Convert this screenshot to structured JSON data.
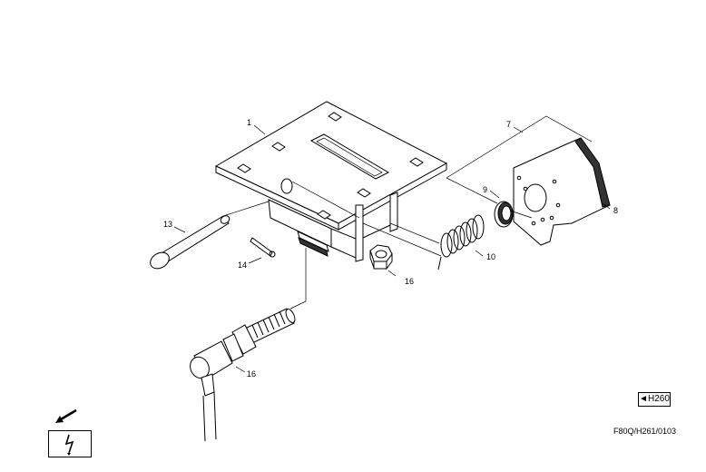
{
  "diagram": {
    "callouts": {
      "c1": "1",
      "c7": "7",
      "c8": "8",
      "c9": "9",
      "c10": "10",
      "c13": "13",
      "c14": "14",
      "c16a": "16",
      "c16b": "16"
    },
    "page_reference": "◄H260",
    "drawing_code": "F80Q/H261/0103",
    "icons": {
      "warning": "electrical-hazard-icon",
      "arrow": "direction-arrow-icon"
    }
  }
}
